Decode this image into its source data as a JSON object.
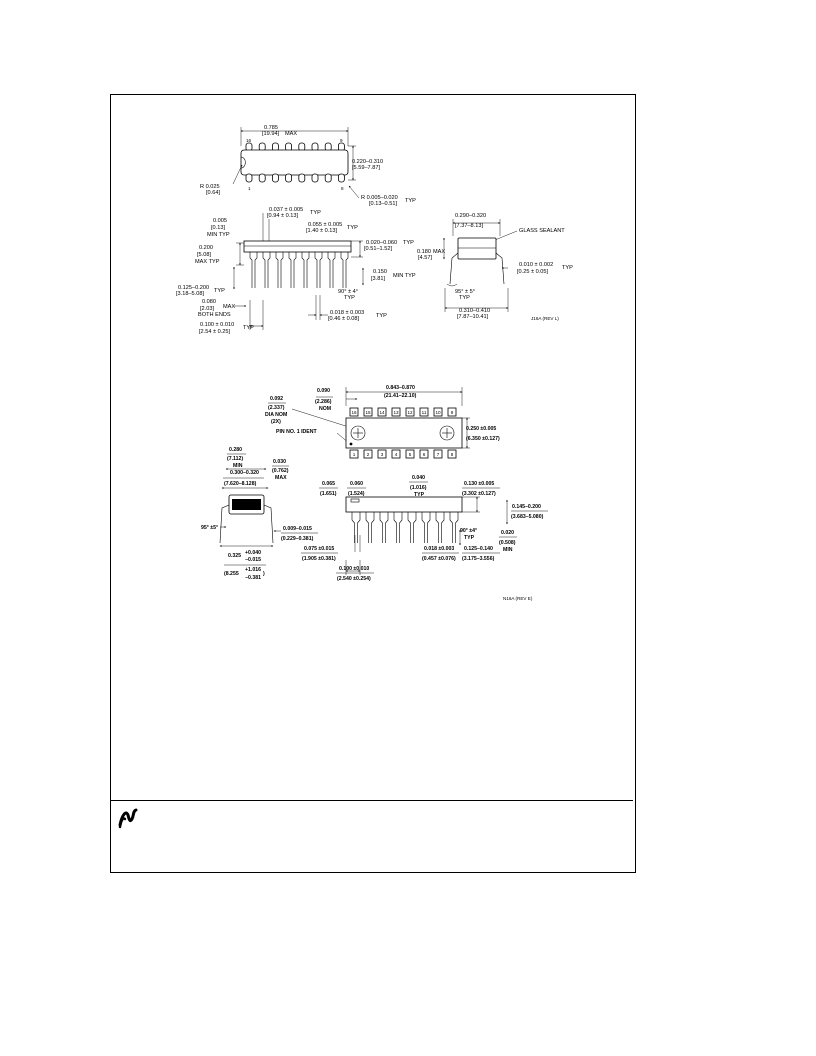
{
  "cerdip": {
    "len_in": "0.785",
    "len_mm": "[19.94]",
    "len_suffix": "MAX",
    "pin16": "16",
    "pin9": "9",
    "pin1": "1",
    "pin8": "8",
    "width_in": "0.220–0.310",
    "width_mm": "[5.59–7.87]",
    "notch_r_in": "R 0.025",
    "notch_r_mm": "[0.64]",
    "corner_r_in": "R 0.005–0.020",
    "corner_r_mm": "[0.13–0.51]",
    "corner_r_typ": "TYP",
    "lead_w_in": "0.037 ± 0.005",
    "lead_w_mm": "[0.94 ± 0.13]",
    "lead_w_typ": "TYP",
    "end_in": "0.005",
    "end_mm": "[0.13]",
    "end_note": "MIN TYP",
    "shoulder_in": "0.055 ± 0.005",
    "shoulder_mm": "[1.40 ± 0.13]",
    "shoulder_typ": "TYP",
    "height_in": "0.200",
    "height_mm": "[5.08]",
    "height_note": "MAX TYP",
    "seat_in": "0.020–0.060",
    "seat_mm": "[0.51–1.52]",
    "seat_typ": "TYP",
    "lead_len_in": "0.125–0.200",
    "lead_len_mm": "[3.18–5.08]",
    "lead_len_typ": "TYP",
    "min_lead_in": "0.150",
    "min_lead_mm": "[3.81]",
    "min_lead_note": "MIN TYP",
    "angle": "90° ± 4°",
    "angle_typ": "TYP",
    "both_in": "0.080",
    "both_mm": "[2.03]",
    "both_max": "MAX",
    "both_note": "BOTH ENDS",
    "pitch_in": "0.100 ± 0.010",
    "pitch_mm": "[2.54 ± 0.25]",
    "pitch_typ": "TYP",
    "thick_in": "0.018 ± 0.003",
    "thick_mm": "[0.46 ± 0.08]",
    "thick_typ": "TYP",
    "row_in": "0.290–0.320",
    "row_mm": "[7.37–8.13]",
    "glass": "GLASS SEALANT",
    "body_h_in": "0.180",
    "body_h_max": "MAX",
    "body_h_mm": "[4.57]",
    "lead_t_in": "0.010 ± 0.002",
    "lead_t_mm": "[0.25 ± 0.05]",
    "lead_t_typ": "TYP",
    "spread_angle": "95° ± 5°",
    "spread_typ": "TYP",
    "spread_in": "0.310–0.410",
    "spread_mm": "[7.87–10.41]",
    "drawing_id": "J16A (REV L)"
  },
  "pdip": {
    "hole_in": "0.092",
    "hole_mm": "(2.337)",
    "hole_note1": "DIA NOM",
    "hole_note2": "(2X)",
    "pin1_ident": "PIN NO. 1 IDENT",
    "off_in": "0.090",
    "off_mm": "(2.286)",
    "off_note": "NOM",
    "len_in": "0.843–0.870",
    "len_mm": "(21.41–22.10)",
    "top_pins": [
      "16",
      "15",
      "14",
      "13",
      "12",
      "11",
      "10",
      "9"
    ],
    "bottom_pins": [
      "1",
      "2",
      "3",
      "4",
      "5",
      "6",
      "7",
      "8"
    ],
    "w_in": "0.250 ±0.005",
    "w_mm": "(6.350 ±0.127)",
    "min_row_in": "0.280",
    "min_row_mm": "(7.112)",
    "min_row_note": "MIN",
    "row_in": "0.300–0.320",
    "row_mm": "(7.620–8.128)",
    "ledge_in": "0.030",
    "ledge_mm": "(0.762)",
    "ledge_note": "MAX",
    "end_in": "0.065",
    "end_mm": "(1.651)",
    "half_in": "0.060",
    "half_mm": "(1.524)",
    "shoulder_in": "0.040",
    "shoulder_mm": "(1.016)",
    "shoulder_typ": "TYP",
    "body_h_in": "0.130 ±0.005",
    "body_h_mm": "(3.302 ±0.127)",
    "seat_in": "0.145–0.200",
    "seat_mm": "(3.683–5.080)",
    "min_seat_in": "0.020",
    "min_seat_mm": "(0.508)",
    "min_seat_note": "MIN",
    "angle_side": "95° ±5°",
    "lead_t_in": "0.009–0.015",
    "lead_t_mm": "(0.229–0.381)",
    "angle_front": "90° ±4°",
    "angle_front_typ": "TYP",
    "shoulder_w_in": "0.075 ±0.015",
    "shoulder_w_mm": "(1.905 ±0.381)",
    "thick_in": "0.018 ±0.003",
    "thick_mm": "(0.457 ±0.076)",
    "lead_len_in": "0.125–0.140",
    "lead_len_mm": "(3.175–3.556)",
    "spread_in": "0.325",
    "spread_tol_plus_in": "+0.040",
    "spread_tol_minus_in": "−0.015",
    "spread_mm": "(8.255",
    "spread_tol_plus_mm": "+1.016",
    "spread_tol_minus_mm": "−0.381",
    "spread_close": ")",
    "pitch_in": "0.100 ±0.010",
    "pitch_mm": "(2.540 ±0.254)",
    "drawing_id": "N16A (REV E)"
  }
}
